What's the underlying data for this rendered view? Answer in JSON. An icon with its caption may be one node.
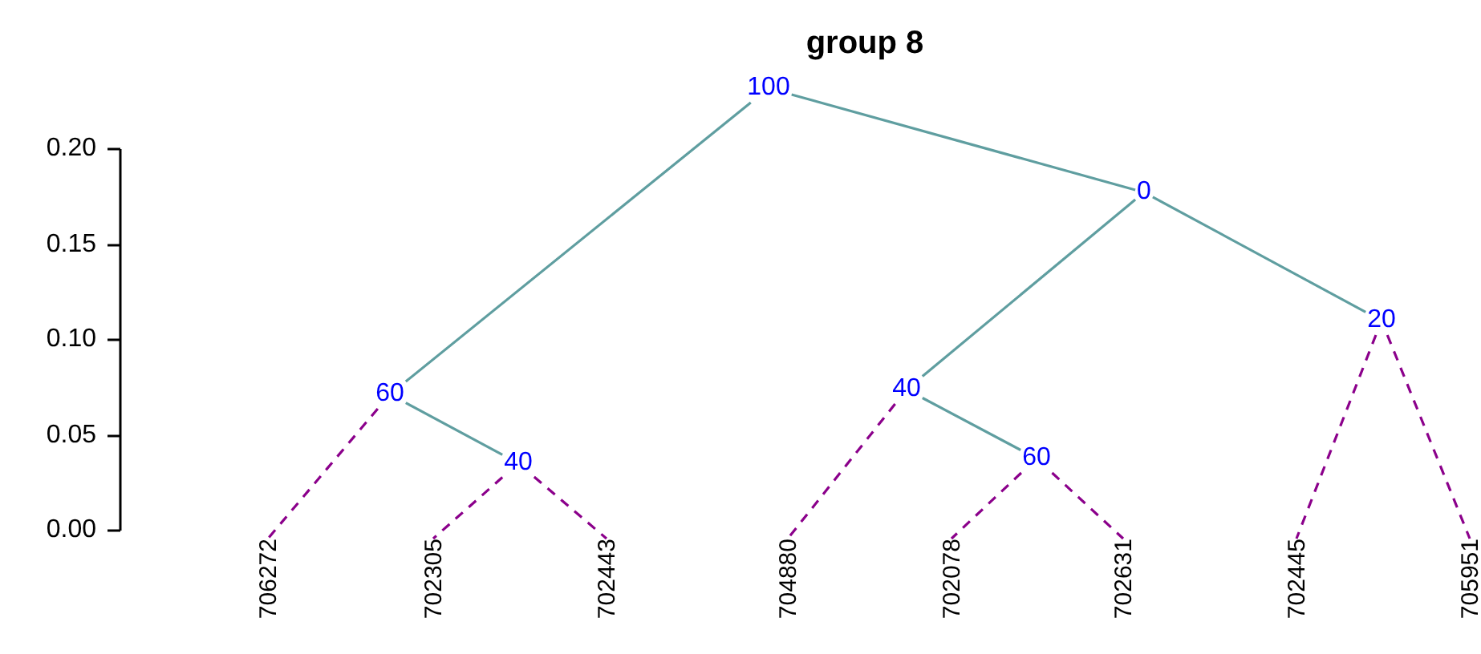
{
  "diagram": {
    "title": "group 8",
    "nodes": [
      {
        "text": [
          "100"
        ]
      },
      {
        "text": [
          "0"
        ]
      },
      {
        "text": [
          "20"
        ]
      },
      {
        "text": [
          "40"
        ]
      },
      {
        "text": [
          "60"
        ]
      },
      {
        "text": [
          "60"
        ]
      },
      {
        "text": [
          "40"
        ]
      },
      {
        "text": [
          "706272"
        ]
      },
      {
        "text": [
          "702305"
        ]
      },
      {
        "text": [
          "702443"
        ]
      },
      {
        "text": [
          "704880"
        ]
      },
      {
        "text": [
          "702078"
        ]
      },
      {
        "text": [
          "702631"
        ]
      },
      {
        "text": [
          "702445"
        ]
      },
      {
        "text": [
          "705951"
        ]
      }
    ],
    "edges": [
      {
        "from": 0,
        "to": 4,
        "arrow": "none",
        "color": "#5f9ea0"
      },
      {
        "from": 0,
        "to": 1,
        "arrow": "none",
        "color": "#5f9ea0"
      },
      {
        "from": 1,
        "to": 3,
        "arrow": "none",
        "color": "#5f9ea0"
      },
      {
        "from": 1,
        "to": 2,
        "arrow": "none",
        "color": "#5f9ea0"
      },
      {
        "from": 4,
        "to": 6,
        "arrow": "none",
        "color": "#5f9ea0"
      },
      {
        "from": 3,
        "to": 5,
        "arrow": "none",
        "color": "#5f9ea0"
      },
      {
        "from": 4,
        "to": 7,
        "arrow": "none",
        "style": "dashed",
        "color": "#8b008b"
      },
      {
        "from": 6,
        "to": 8,
        "arrow": "none",
        "style": "dashed",
        "color": "#8b008b"
      },
      {
        "from": 6,
        "to": 9,
        "arrow": "none",
        "style": "dashed",
        "color": "#8b008b"
      },
      {
        "from": 3,
        "to": 10,
        "arrow": "none",
        "style": "dashed",
        "color": "#8b008b"
      },
      {
        "from": 5,
        "to": 11,
        "arrow": "none",
        "style": "dashed",
        "color": "#8b008b"
      },
      {
        "from": 5,
        "to": 12,
        "arrow": "none",
        "style": "dashed",
        "color": "#8b008b"
      },
      {
        "from": 2,
        "to": 13,
        "arrow": "none",
        "style": "dashed",
        "color": "#8b008b"
      },
      {
        "from": 2,
        "to": 14,
        "arrow": "none",
        "style": "dashed",
        "color": "#8b008b"
      }
    ],
    "labels": [
      "0.20",
      "0.15",
      "0.10",
      "0.05",
      "0.00"
    ]
  }
}
